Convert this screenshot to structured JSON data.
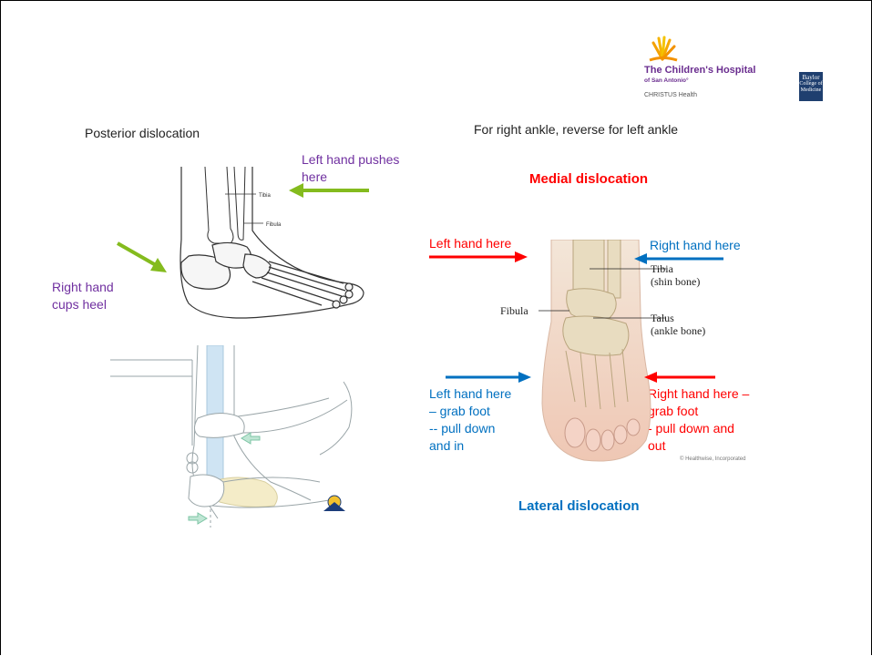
{
  "logo": {
    "hospital_name": "The Children's Hospital",
    "hospital_sub": "of San Antonio°",
    "christus": "CHRISTUS Health",
    "baylor_lines": [
      "Baylor",
      "College of",
      "Medicine"
    ]
  },
  "left_panel": {
    "heading": "Posterior dislocation",
    "left_hand_line1": "Left hand pushes",
    "left_hand_line2": "here",
    "right_hand_line1": "Right hand",
    "right_hand_line2": "cups heel",
    "bone_labels": {
      "tibia": "Tibia",
      "fibula": "Fibula"
    }
  },
  "right_panel": {
    "heading": "For right ankle, reverse for left ankle",
    "medial_title": "Medial dislocation",
    "lateral_title": "Lateral dislocation",
    "top_left": "Left hand here",
    "top_right": "Right hand here",
    "bottom_left_lines": [
      "Left hand here",
      "– grab foot",
      "-- pull down",
      "and in"
    ],
    "bottom_right_lines": [
      "Right hand here –",
      "grab foot",
      "- pull down and",
      "out"
    ],
    "anatomy": {
      "tibia": "Tibia",
      "tibia_desc": "(shin bone)",
      "fibula": "Fibula",
      "talus": "Talus",
      "talus_desc": "(ankle bone)"
    },
    "credit": "© Healthwise, Incorporated"
  },
  "colors": {
    "purple": "#7030a0",
    "red": "#ff0000",
    "blue": "#0070c0",
    "green_arrow": "#84bb1e"
  }
}
